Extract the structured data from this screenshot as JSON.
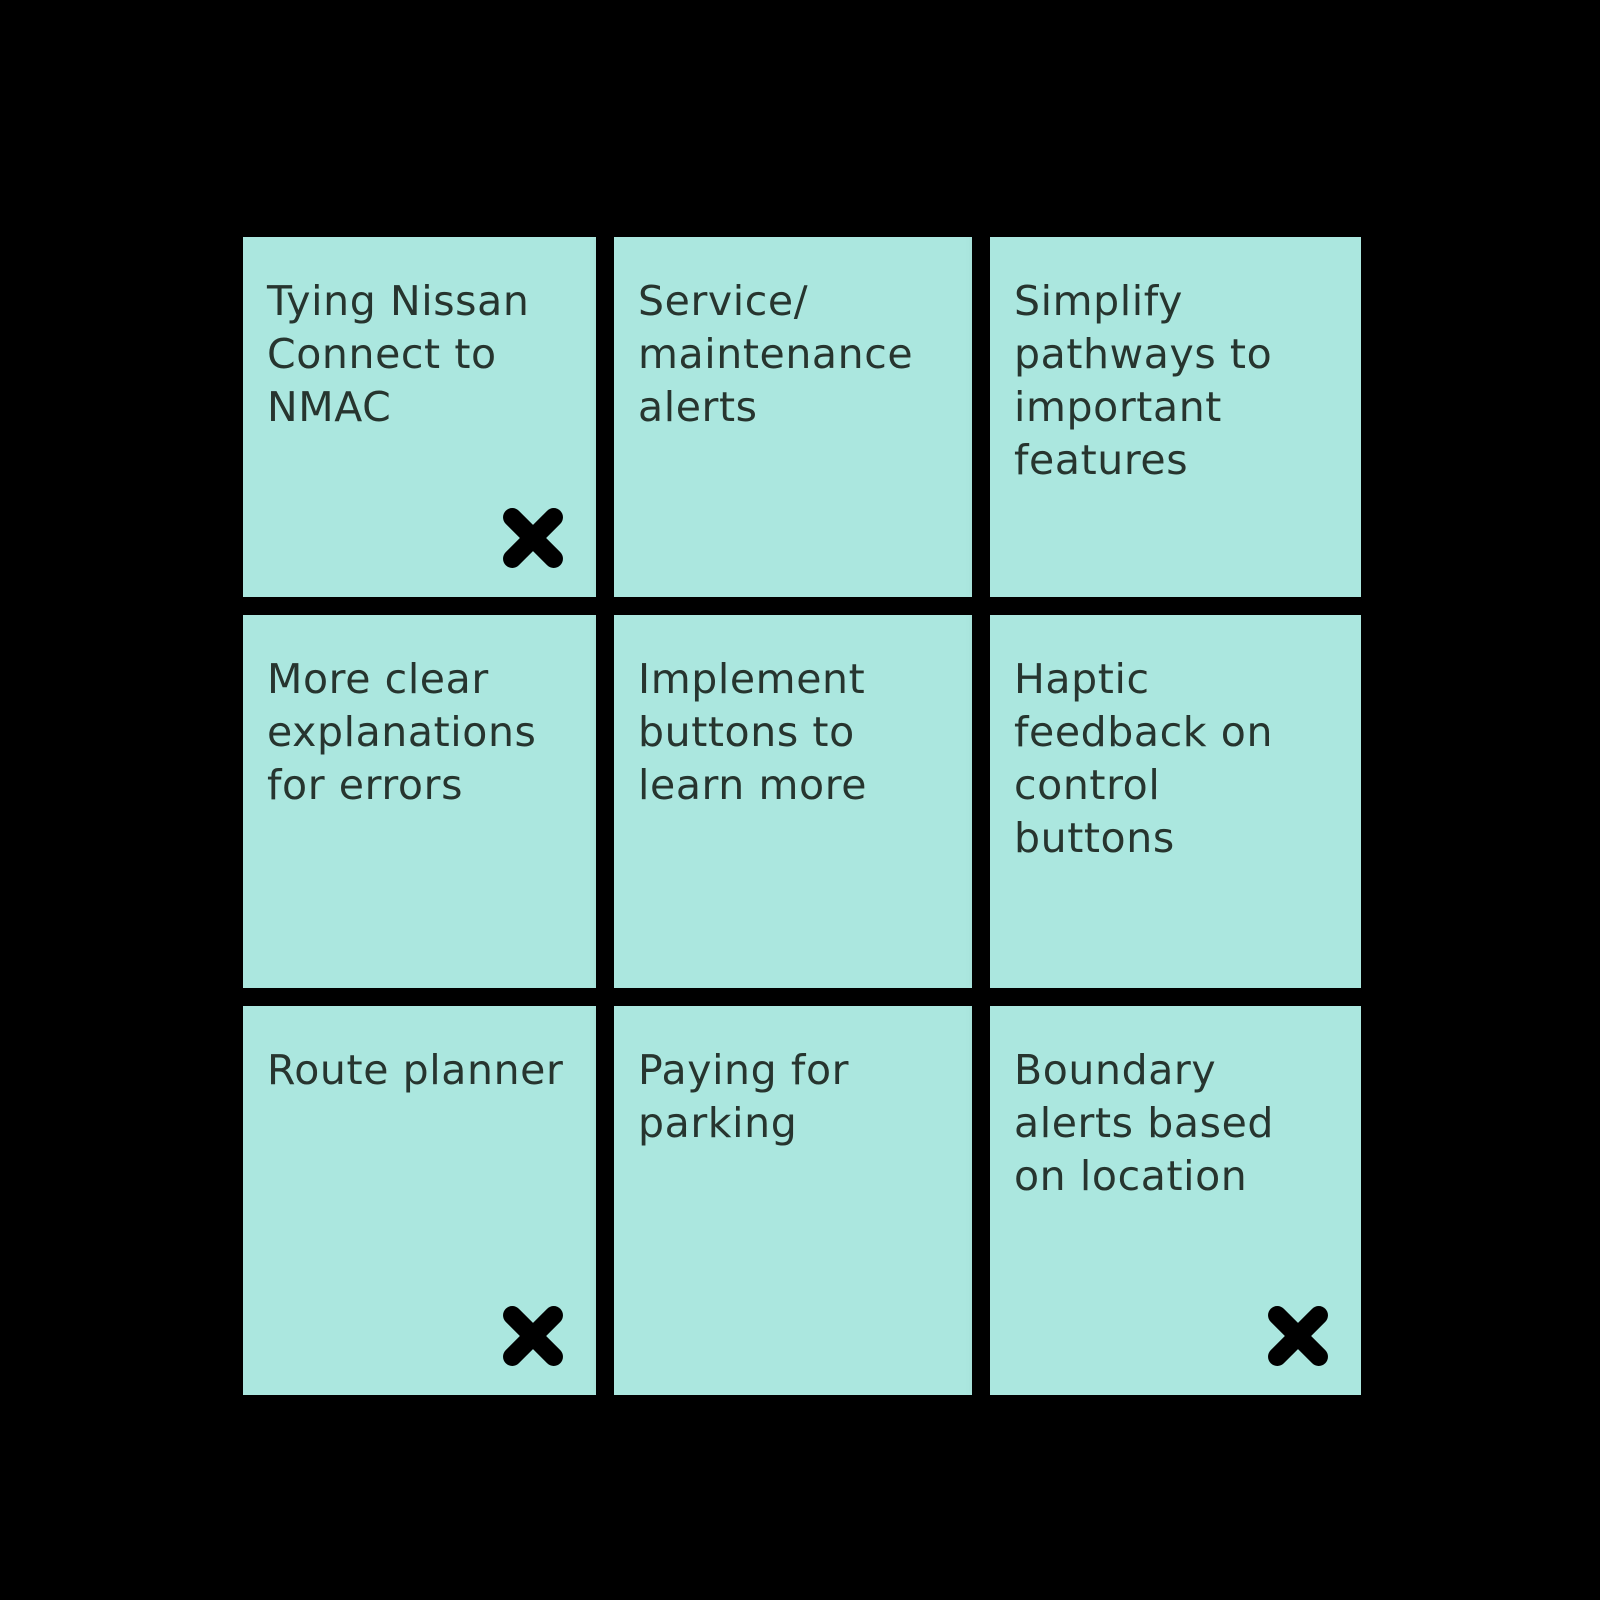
{
  "board": {
    "background_color": "#000000",
    "note_color": "#ABE7DF",
    "text_color": "#27352F",
    "mark_color": "#000000",
    "columns": 3,
    "rows": 3
  },
  "notes": [
    {
      "id": "note-1",
      "row": 1,
      "column": 1,
      "text": "Tying Nissan\nConnect to\nNMAC",
      "mark": "x-mark",
      "has_mark": true
    },
    {
      "id": "note-2",
      "row": 1,
      "column": 2,
      "text": "Service/\nmaintenance\nalerts",
      "mark": "",
      "has_mark": false
    },
    {
      "id": "note-3",
      "row": 1,
      "column": 3,
      "text": "Simplify\npathways to\nimportant\nfeatures",
      "mark": "",
      "has_mark": false
    },
    {
      "id": "note-4",
      "row": 2,
      "column": 1,
      "text": "More clear\nexplanations\nfor errors",
      "mark": "",
      "has_mark": false
    },
    {
      "id": "note-5",
      "row": 2,
      "column": 2,
      "text": "Implement\nbuttons to\nlearn more",
      "mark": "",
      "has_mark": false
    },
    {
      "id": "note-6",
      "row": 2,
      "column": 3,
      "text": "Haptic\nfeedback on\ncontrol\nbuttons",
      "mark": "",
      "has_mark": false
    },
    {
      "id": "note-7",
      "row": 3,
      "column": 1,
      "text": "Route planner",
      "mark": "x-mark",
      "has_mark": true
    },
    {
      "id": "note-8",
      "row": 3,
      "column": 2,
      "text": "Paying for\nparking",
      "mark": "",
      "has_mark": false
    },
    {
      "id": "note-9",
      "row": 3,
      "column": 3,
      "text": "Boundary\nalerts based\non location",
      "mark": "x-mark",
      "has_mark": true
    }
  ]
}
